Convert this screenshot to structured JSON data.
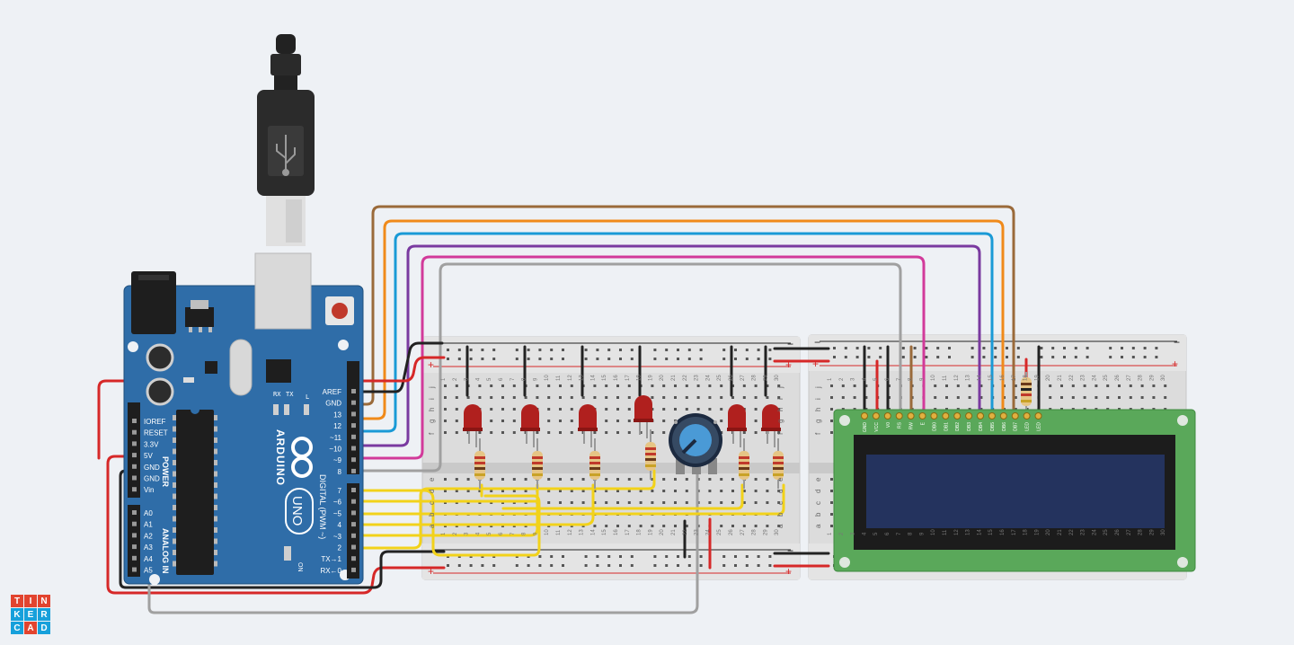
{
  "app": {
    "logo_letters": [
      "T",
      "I",
      "N",
      "K",
      "E",
      "R",
      "C",
      "A",
      "D"
    ],
    "logo_colors": [
      "#e2442f",
      "#e2442f",
      "#e2442f",
      "#16a0db",
      "#16a0db",
      "#16a0db",
      "#16a0db",
      "#e2442f",
      "#16a0db"
    ]
  },
  "arduino": {
    "brand": "ARDUINO",
    "model": "UNO",
    "power_header_title": "POWER",
    "analog_header_title": "ANALOG IN",
    "digital_header_title": "DIGITAL (PWM ~)",
    "power_pins": [
      "IOREF",
      "RESET",
      "3.3V",
      "5V",
      "GND",
      "GND",
      "Vin"
    ],
    "analog_pins": [
      "A0",
      "A1",
      "A2",
      "A3",
      "A4",
      "A5"
    ],
    "top_pins": [
      "AREF",
      "GND",
      "13",
      "12",
      "~11",
      "~10",
      "~9",
      "8"
    ],
    "lower_pins": [
      "7",
      "~6",
      "~5",
      "4",
      "~3",
      "2",
      "TX→1",
      "RX←0"
    ],
    "led_labels": [
      "L",
      "TX",
      "RX"
    ],
    "on_label": "ON"
  },
  "breadboard": {
    "rail_minus": "−",
    "rail_plus": "+",
    "row_letters_top": [
      "j",
      "i",
      "h",
      "g",
      "f"
    ],
    "row_letters_bottom": [
      "e",
      "d",
      "c",
      "b",
      "a"
    ],
    "column_count": 30
  },
  "lcd": {
    "pin_labels": [
      "GND",
      "VCC",
      "V0",
      "RS",
      "RW",
      "E",
      "DB0",
      "DB1",
      "DB2",
      "DB3",
      "DB4",
      "DB5",
      "DB6",
      "DB7",
      "LED",
      "LED"
    ],
    "screen_color": "#24335e",
    "board_color": "#5aa85a"
  },
  "colors": {
    "wire_red": "#d62828",
    "wire_black": "#222222",
    "wire_brown": "#9a6a3a",
    "wire_orange": "#f08a1a",
    "wire_blue": "#1a9ad6",
    "wire_purple": "#7a3aa0",
    "wire_pink": "#d23a9a",
    "wire_gray": "#a0a0a0",
    "wire_yellow": "#f2d21a",
    "arduino_blue": "#2f6da8",
    "led_red": "#b0201e"
  }
}
